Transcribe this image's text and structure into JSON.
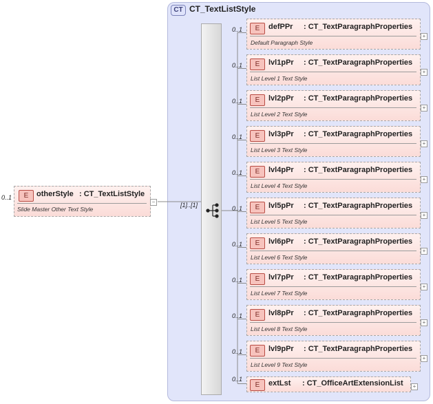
{
  "root": {
    "multiplicity": "0..1",
    "badge": "E",
    "name": "otherStyle",
    "type": ": CT_TextListStyle",
    "doc": "Slide Master Other Text Style"
  },
  "complex_type": {
    "badge": "CT",
    "title": "CT_TextListStyle"
  },
  "sequence_multiplicity": "[1]..[1]",
  "children": [
    {
      "mult": "0..1",
      "badge": "E",
      "name": "defPPr",
      "type": ": CT_TextParagraphProperties",
      "doc": "Default Paragraph Style"
    },
    {
      "mult": "0..1",
      "badge": "E",
      "name": "lvl1pPr",
      "type": ": CT_TextParagraphProperties",
      "doc": "List Level 1 Text Style"
    },
    {
      "mult": "0..1",
      "badge": "E",
      "name": "lvl2pPr",
      "type": ": CT_TextParagraphProperties",
      "doc": "List Level 2 Text Style"
    },
    {
      "mult": "0..1",
      "badge": "E",
      "name": "lvl3pPr",
      "type": ": CT_TextParagraphProperties",
      "doc": "List Level 3 Text Style"
    },
    {
      "mult": "0..1",
      "badge": "E",
      "name": "lvl4pPr",
      "type": ": CT_TextParagraphProperties",
      "doc": "List Level 4 Text Style"
    },
    {
      "mult": "0..1",
      "badge": "E",
      "name": "lvl5pPr",
      "type": ": CT_TextParagraphProperties",
      "doc": "List Level 5 Text Style"
    },
    {
      "mult": "0..1",
      "badge": "E",
      "name": "lvl6pPr",
      "type": ": CT_TextParagraphProperties",
      "doc": "List Level 6 Text Style"
    },
    {
      "mult": "0..1",
      "badge": "E",
      "name": "lvl7pPr",
      "type": ": CT_TextParagraphProperties",
      "doc": "List Level 7 Text Style"
    },
    {
      "mult": "0..1",
      "badge": "E",
      "name": "lvl8pPr",
      "type": ": CT_TextParagraphProperties",
      "doc": "List Level 8 Text Style"
    },
    {
      "mult": "0..1",
      "badge": "E",
      "name": "lvl9pPr",
      "type": ": CT_TextParagraphProperties",
      "doc": "List Level 9 Text Style"
    }
  ],
  "ext": {
    "mult": "0..1",
    "badge": "E",
    "name": "extLst",
    "type": ": CT_OfficeArtExtensionList"
  }
}
